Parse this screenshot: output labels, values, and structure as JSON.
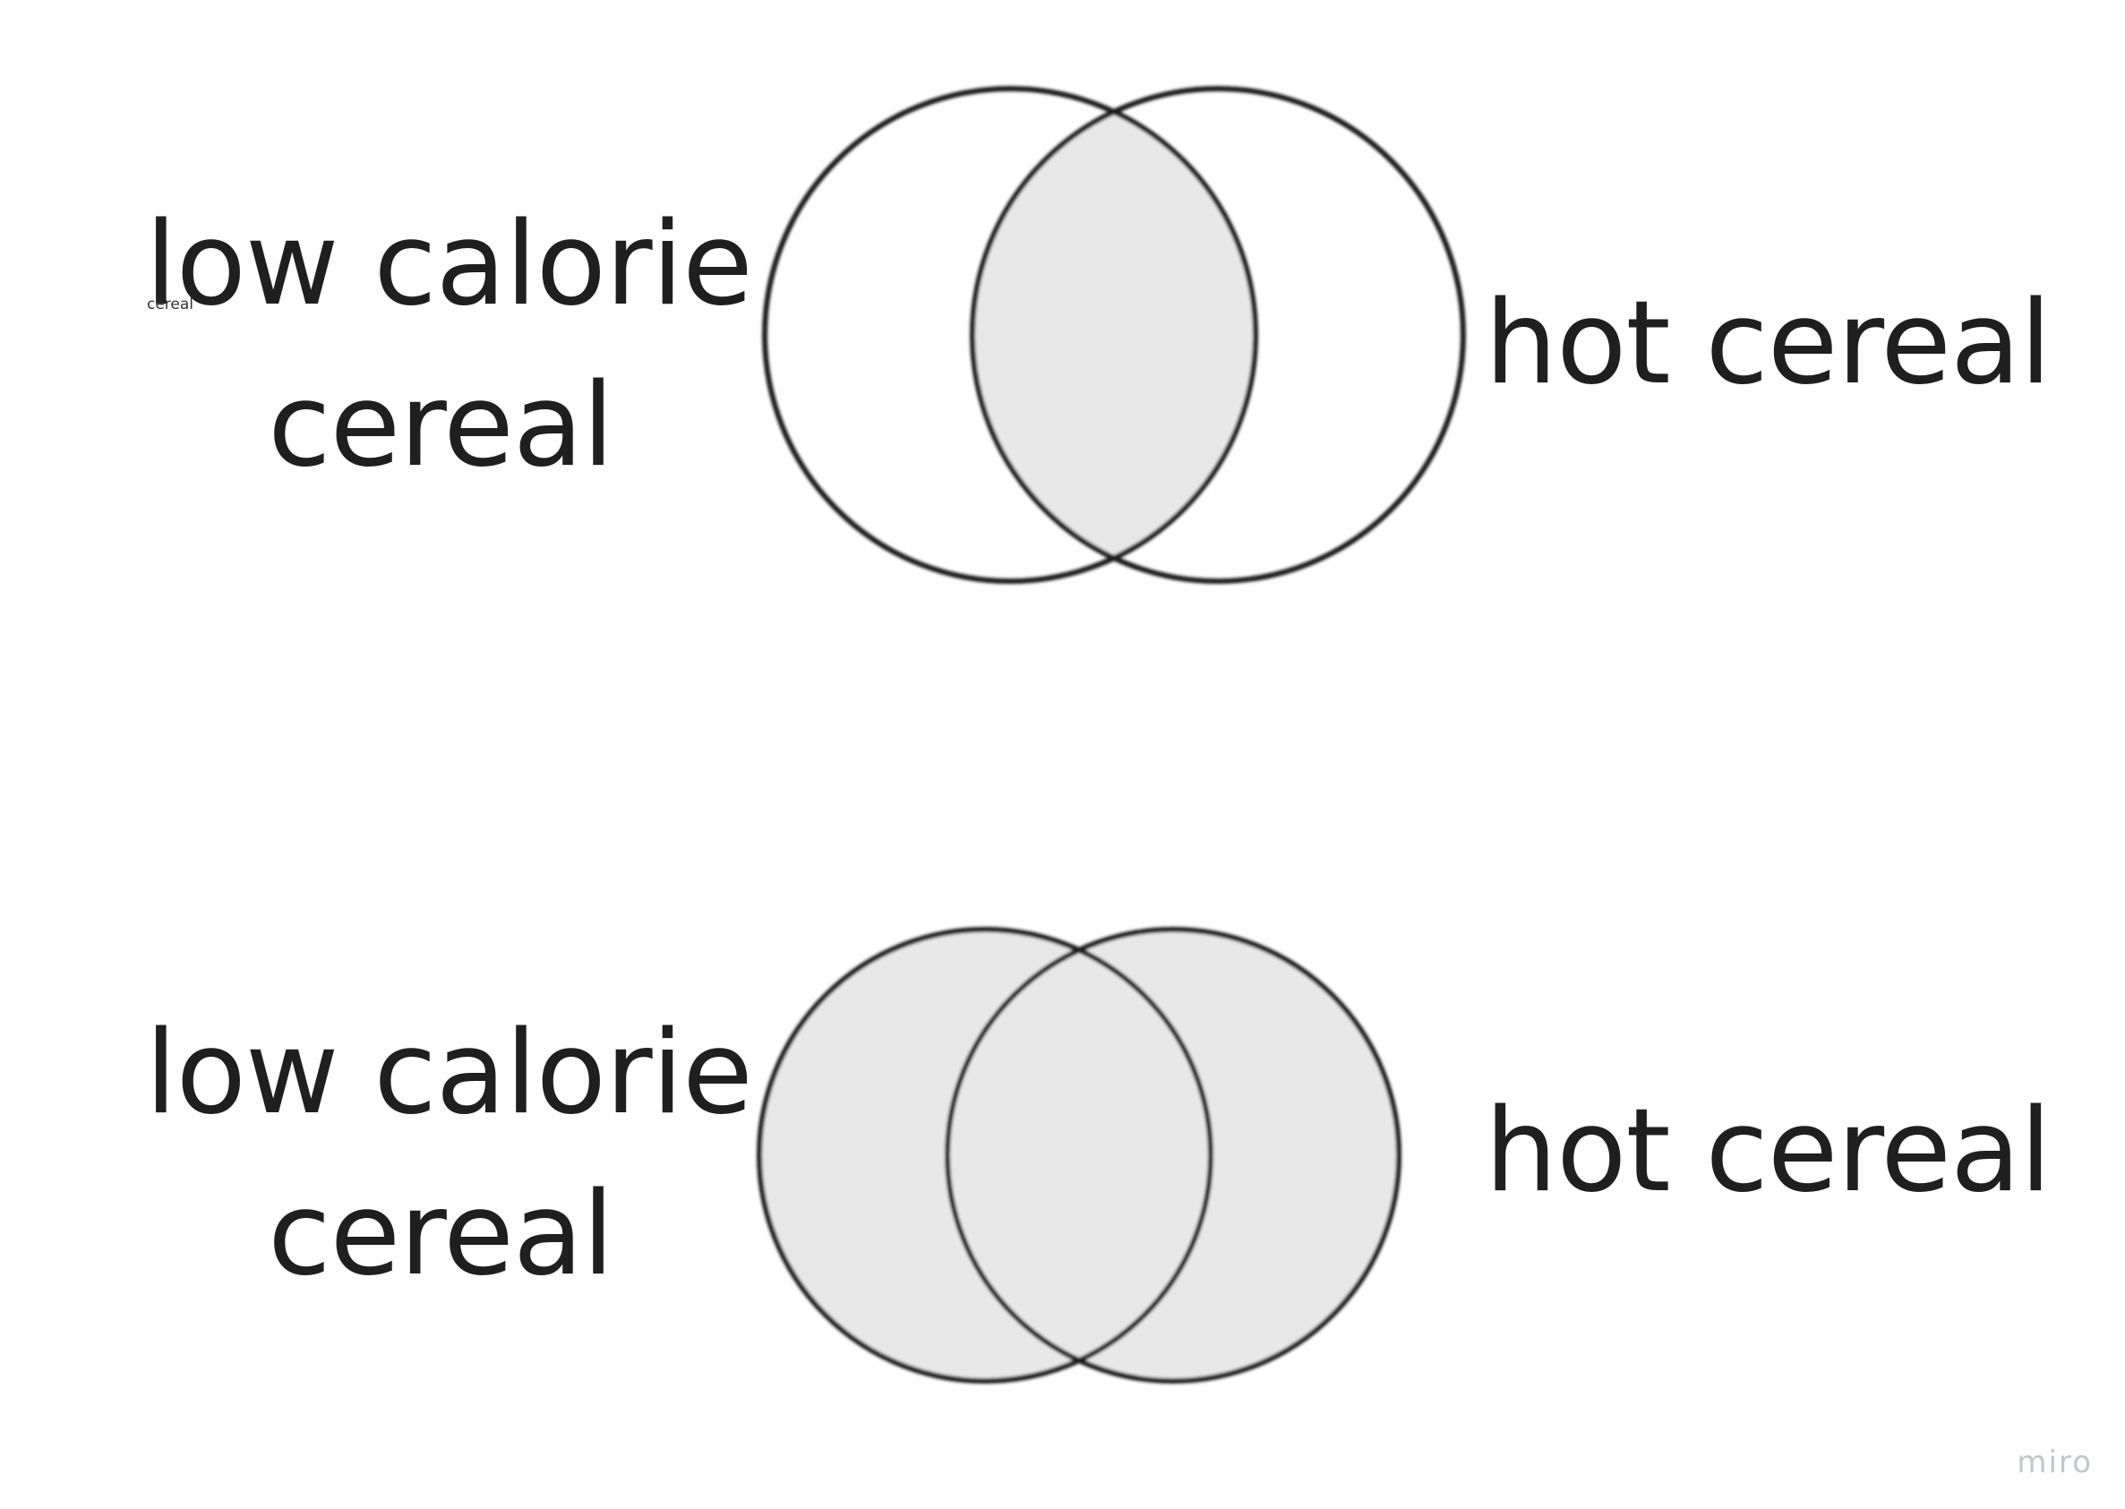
{
  "diagrams": [
    {
      "left_label": {
        "line1": "low calorie",
        "line2": "cereal"
      },
      "right_label": "hot cereal",
      "shaded_region": "intersection"
    },
    {
      "left_label": {
        "line1": "low calorie",
        "line2": "cereal"
      },
      "right_label": "hot cereal",
      "shaded_region": "union"
    }
  ],
  "stray_text": "cereal",
  "watermark": "miro",
  "colors": {
    "stroke": "#1a1a1a",
    "fill": "#e8e8e8",
    "text": "#1f1f1f",
    "watermark": "#c3c6cc"
  }
}
